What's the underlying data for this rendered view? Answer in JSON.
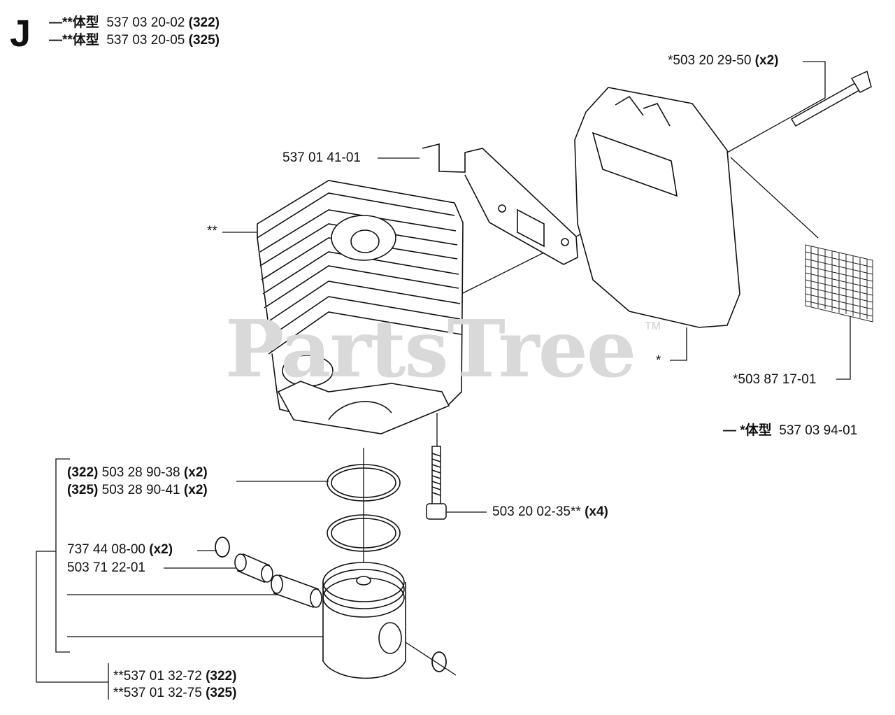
{
  "section": {
    "letter": "J"
  },
  "header": {
    "kit_lines": [
      {
        "prefix": "—**体型",
        "part": "537 03 20-02",
        "model": "(322)"
      },
      {
        "prefix": "—**体型",
        "part": "537 03 20-05",
        "model": "(325)"
      }
    ]
  },
  "watermark": {
    "text": "PartsTree",
    "tm": "TM"
  },
  "callouts": {
    "bolt_muffler": {
      "part": "*503 20 29-50",
      "qty": "(x2)"
    },
    "bracket": {
      "part": "537 01 41-01"
    },
    "cylinder": {
      "part": "**"
    },
    "muffler": {
      "part": "*"
    },
    "screen": {
      "part": "*503 87 17-01"
    },
    "muffler_kit": {
      "prefix": "— *体型",
      "part": "537 03 94-01"
    },
    "ring_322": {
      "model": "(322)",
      "part": "503 28 90-38",
      "qty": "(x2)"
    },
    "ring_325": {
      "model": "(325)",
      "part": "503 28 90-41",
      "qty": "(x2)"
    },
    "cyl_screw": {
      "part": "503 20 02-35**",
      "qty": "(x4)"
    },
    "circlip": {
      "part": "737 44 08-00",
      "qty": "(x2)"
    },
    "needle_bearing": {
      "part": "503 71 22-01"
    },
    "piston_322": {
      "part": "**537 01 32-72",
      "model": "(322)"
    },
    "piston_325": {
      "part": "**537 01 32-75",
      "model": "(325)"
    }
  }
}
